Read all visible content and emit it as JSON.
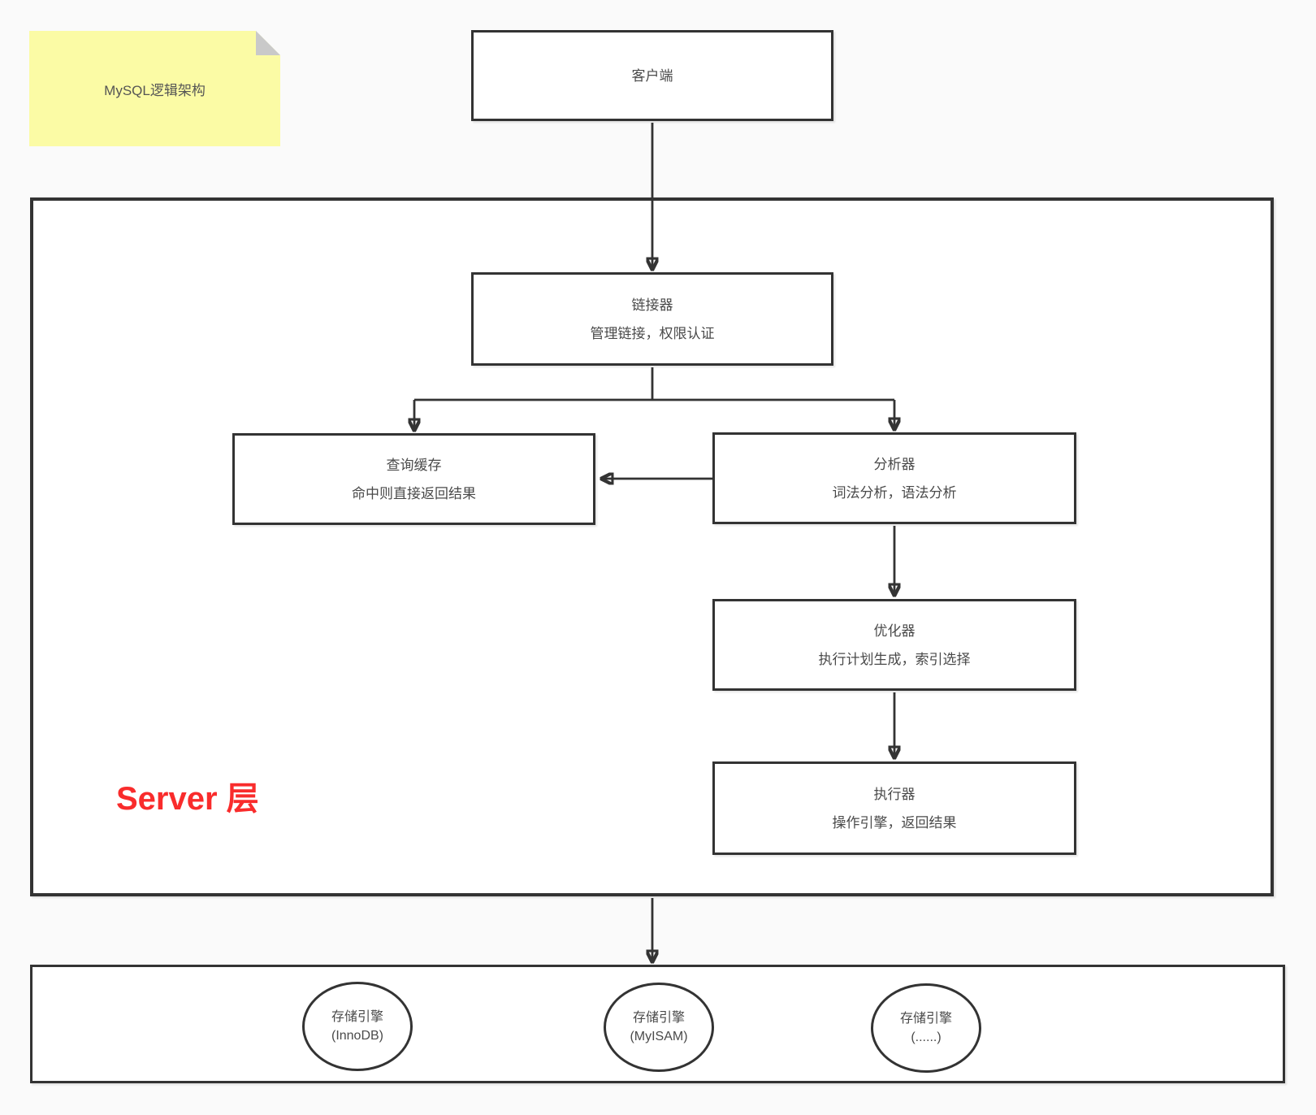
{
  "note": {
    "label": "MySQL逻辑架构"
  },
  "nodes": {
    "client": {
      "title": "客户端"
    },
    "connector": {
      "title": "链接器",
      "subtitle": "管理链接，权限认证"
    },
    "query_cache": {
      "title": "查询缓存",
      "subtitle": "命中则直接返回结果"
    },
    "analyzer": {
      "title": "分析器",
      "subtitle": "词法分析，语法分析"
    },
    "optimizer": {
      "title": "优化器",
      "subtitle": "执行计划生成，索引选择"
    },
    "executor": {
      "title": "执行器",
      "subtitle": "操作引擎，返回结果"
    }
  },
  "server_layer": {
    "label": "Server 层"
  },
  "storage_layer": {
    "engines": [
      {
        "line1": "存储引擎",
        "line2": "(InnoDB)"
      },
      {
        "line1": "存储引擎",
        "line2": "(MyISAM)"
      },
      {
        "line1": "存储引擎",
        "line2": "(......)"
      }
    ]
  },
  "colors": {
    "page_bg": "#fafafa",
    "node_bg": "#ffffff",
    "border": "#333333",
    "text": "#4a4a4a",
    "note_bg": "#fbfba5",
    "note_fold": "#c9c9c9",
    "server_label_red": "#f92c2c"
  }
}
